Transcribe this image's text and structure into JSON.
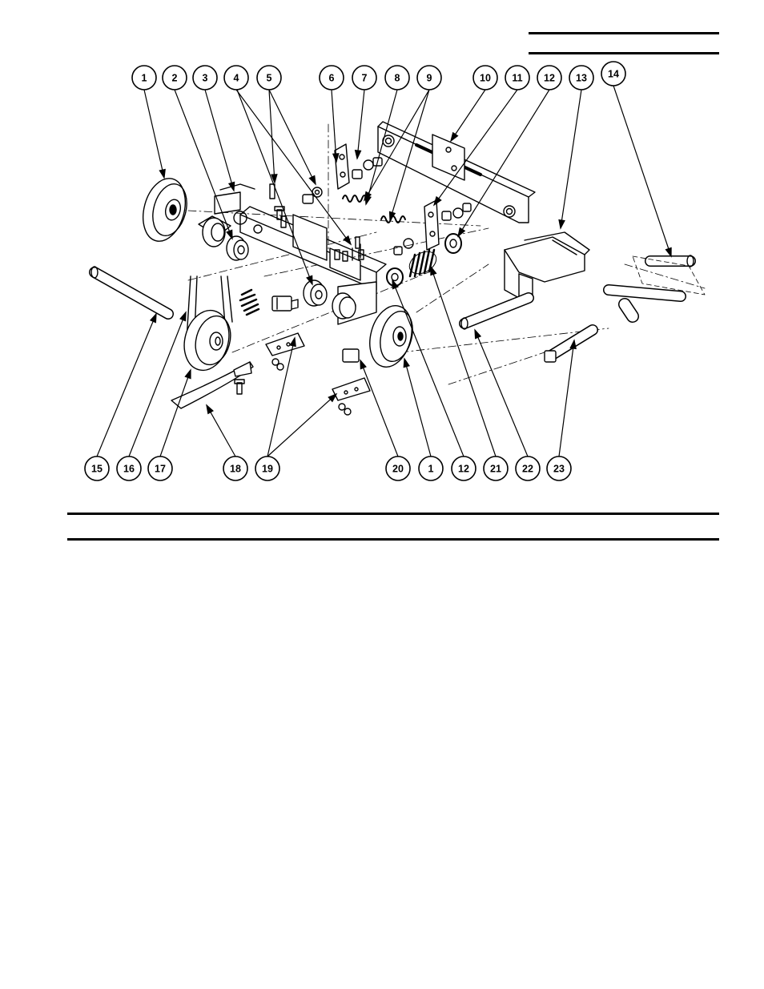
{
  "figure": {
    "callouts_top": [
      "1",
      "2",
      "3",
      "4",
      "5",
      "6",
      "7",
      "8",
      "9",
      "10",
      "11",
      "12",
      "13",
      "14"
    ],
    "callouts_bottom": [
      "15",
      "16",
      "17",
      "18",
      "19",
      "20",
      "1",
      "12",
      "21",
      "22",
      "23"
    ]
  },
  "colors": {
    "ink": "#000000",
    "paper": "#ffffff"
  }
}
